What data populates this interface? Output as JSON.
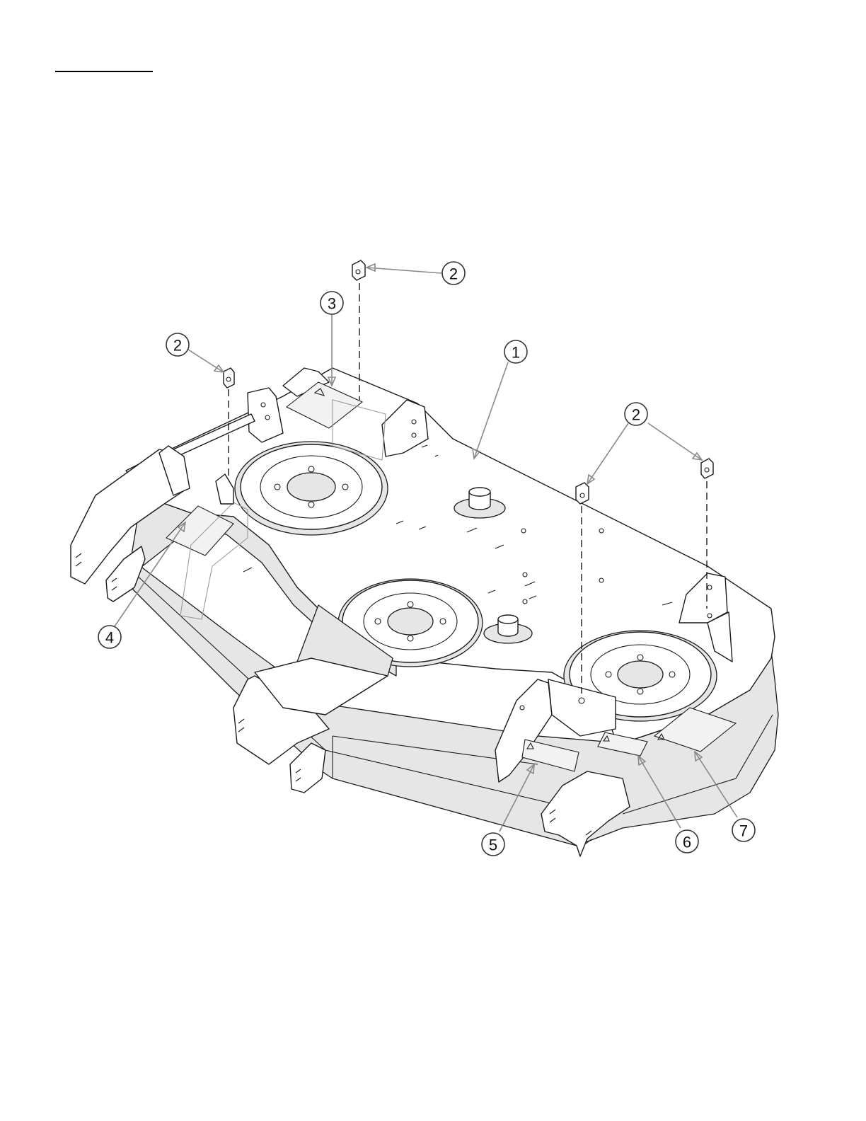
{
  "diagram": {
    "type": "exploded parts diagram",
    "callouts": [
      {
        "id": "callout-1",
        "label": "1"
      },
      {
        "id": "callout-2a",
        "label": "2"
      },
      {
        "id": "callout-2b",
        "label": "2"
      },
      {
        "id": "callout-2c",
        "label": "2"
      },
      {
        "id": "callout-3",
        "label": "3"
      },
      {
        "id": "callout-4",
        "label": "4"
      },
      {
        "id": "callout-5",
        "label": "5"
      },
      {
        "id": "callout-6",
        "label": "6"
      },
      {
        "id": "callout-7",
        "label": "7"
      }
    ]
  }
}
